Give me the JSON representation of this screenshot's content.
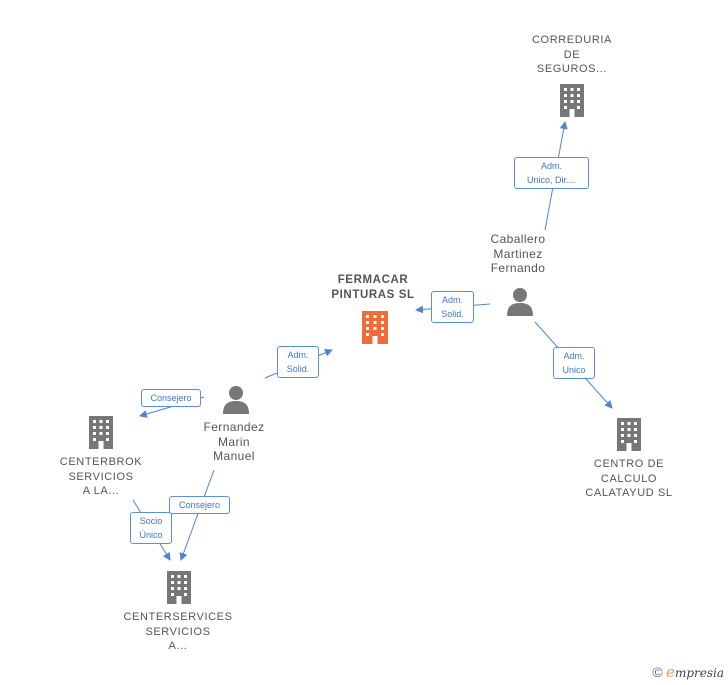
{
  "nodes": {
    "correduria": {
      "lines": [
        "CORREDURIA",
        "DE",
        "SEGUROS..."
      ]
    },
    "caballero": {
      "lines": [
        "Caballero",
        "Martinez",
        "Fernando"
      ]
    },
    "fermacar": {
      "lines": [
        "FERMACAR",
        "PINTURAS SL"
      ]
    },
    "fernandez": {
      "lines": [
        "Fernandez",
        "Marin",
        "Manuel"
      ]
    },
    "centerbrok": {
      "lines": [
        "CENTERBROK",
        "SERVICIOS",
        "A LA..."
      ]
    },
    "centro_calculo": {
      "lines": [
        "CENTRO DE",
        "CALCULO",
        "CALATAYUD SL"
      ]
    },
    "centerservices": {
      "lines": [
        "CENTERSERVICES",
        "SERVICIOS",
        "A..."
      ]
    }
  },
  "edges": {
    "caballero_correduria": {
      "lines": [
        "Adm.",
        "Unico, Dir...."
      ]
    },
    "caballero_fermacar": {
      "lines": [
        "Adm.",
        "Solid."
      ]
    },
    "caballero_centro": {
      "lines": [
        "Adm.",
        "Unico"
      ]
    },
    "fernandez_fermacar": {
      "lines": [
        "Adm.",
        "Solid."
      ]
    },
    "fernandez_centerbrok": {
      "lines": [
        "Consejero"
      ]
    },
    "fernandez_centerservices": {
      "lines": [
        "Consejero"
      ]
    },
    "centerbrok_centerservices": {
      "lines": [
        "Socio",
        "Único"
      ]
    }
  },
  "colors": {
    "company": "#777777",
    "main_company": "#f26b3a",
    "person": "#777777",
    "edge": "#4a86d4"
  },
  "footer": {
    "copyright": "©",
    "brand_first": "e",
    "brand_rest": "mpresia"
  }
}
